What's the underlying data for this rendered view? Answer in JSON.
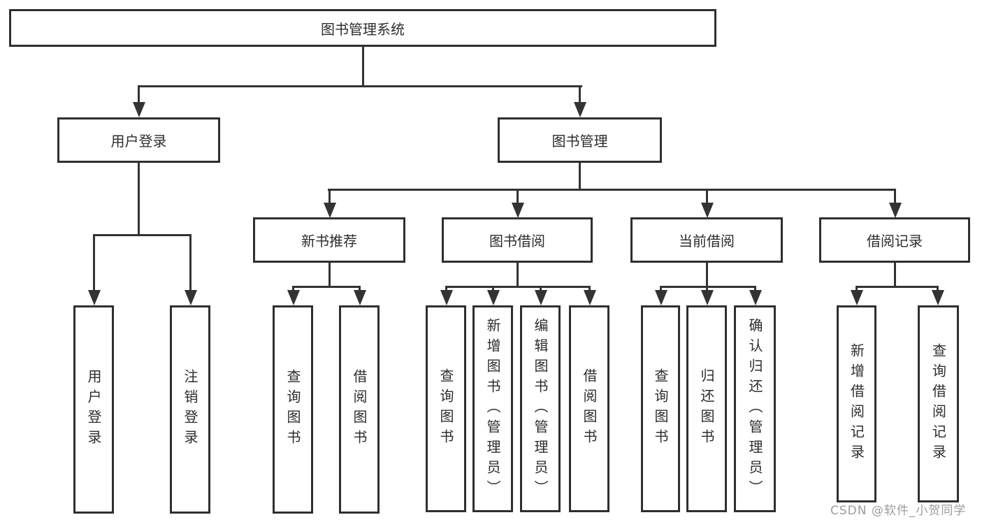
{
  "diagram": {
    "root": {
      "label": "图书管理系统"
    },
    "level2": [
      {
        "label": "用户登录"
      },
      {
        "label": "图书管理"
      }
    ],
    "level3": [
      {
        "label": "新书推荐"
      },
      {
        "label": "图书借阅"
      },
      {
        "label": "当前借阅"
      },
      {
        "label": "借阅记录"
      }
    ],
    "leaves": {
      "user_login": [
        "用户登录",
        "注销登录"
      ],
      "new_book": [
        "查询图书",
        "借阅图书"
      ],
      "book_borrow": [
        "查询图书",
        "新增图书（管理员）",
        "编辑图书（管理员）",
        "借阅图书"
      ],
      "current_borrow": [
        "查询图书",
        "归还图书",
        "确认归还（管理员）"
      ],
      "borrow_records": [
        "新增借阅记录",
        "查询借阅记录"
      ]
    },
    "colors": {
      "line": "#333333",
      "box_border": "#2f2f2f",
      "box_fill": "#ffffff",
      "text": "#2d2d2d",
      "watermark": "#9c9c9c"
    }
  },
  "watermark": {
    "text": "CSDN @软件_小贺同学"
  }
}
